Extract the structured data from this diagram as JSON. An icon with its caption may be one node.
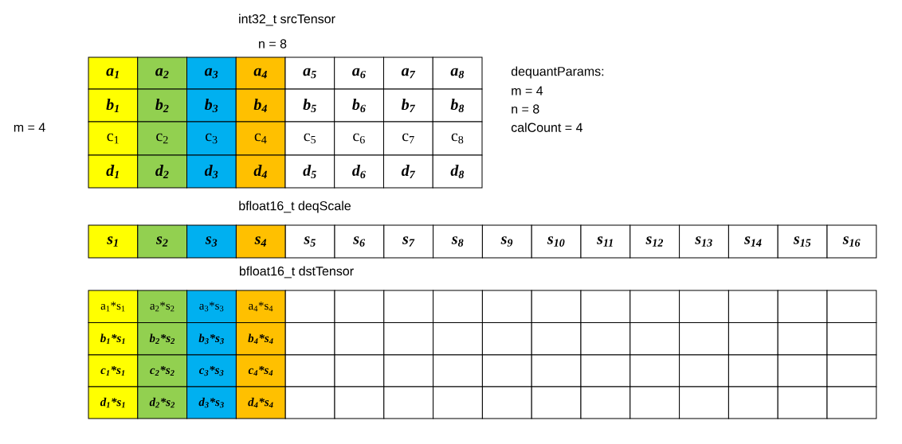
{
  "diagram": {
    "labels": [
      "int32_t  srcTensor",
      "n = 8",
      "m = 4",
      "a$_{1}$",
      "a$_{2}$",
      "a$_{3}$",
      "a$_{4}$",
      "a$_{5}$",
      "a$_{6}$",
      "a$_{7}$",
      "a$_{8}$",
      "b$_{1}$",
      "b$_{2}$",
      "b$_{3}$",
      "b$_{4}$",
      "b$_{5}$",
      "b$_{6}$",
      "b$_{7}$",
      "b$_{8}$",
      "c$_{1}$",
      "c$_{2}$",
      "c$_{3}$",
      "c$_{4}$",
      "c$_{5}$",
      "c$_{6}$",
      "c$_{7}$",
      "c$_{8}$",
      "d$_{1}$",
      "d$_{2}$",
      "d$_{3}$",
      "d$_{4}$",
      "d$_{5}$",
      "d$_{6}$",
      "d$_{7}$",
      "d$_{8}$",
      "dequantParams:",
      "m = 4",
      "n = 8",
      "calCount = 4",
      "bfloat16_t deqScale",
      "s$_{1}$",
      "s$_{2}$",
      "s$_{3}$",
      "s$_{4}$",
      "s$_{5}$",
      "s$_{6}$",
      "s$_{7}$",
      "s$_{8}$",
      "s$_{9}$",
      "s$_{10}$",
      "s$_{11}$",
      "s$_{12}$",
      "s$_{13}$",
      "s$_{14}$",
      "s$_{15}$",
      "s$_{16}$",
      "bfloat16_t dstTensor",
      "a$_{1}$*s$_{1}$",
      "a$_{2}$*s$_{2}$",
      "a$_{3}$*s$_{3}$",
      "a$_{4}$*s$_{4}$",
      "b$_{1}$*s$_{1}$",
      "b$_{2}$*s$_{2}$",
      "b$_{3}$*s$_{3}$",
      "b$_{4}$*s$_{4}$",
      "c$_{1}$*s$_{1}$",
      "c$_{2}$*s$_{2}$",
      "c$_{3}$*s$_{3}$",
      "c$_{4}$*s$_{4}$",
      "d$_{1}$*s$_{1}$",
      "d$_{2}$*s$_{2}$",
      "d$_{3}$*s$_{3}$",
      "d$_{4}$*s$_{4}$"
    ]
  }
}
